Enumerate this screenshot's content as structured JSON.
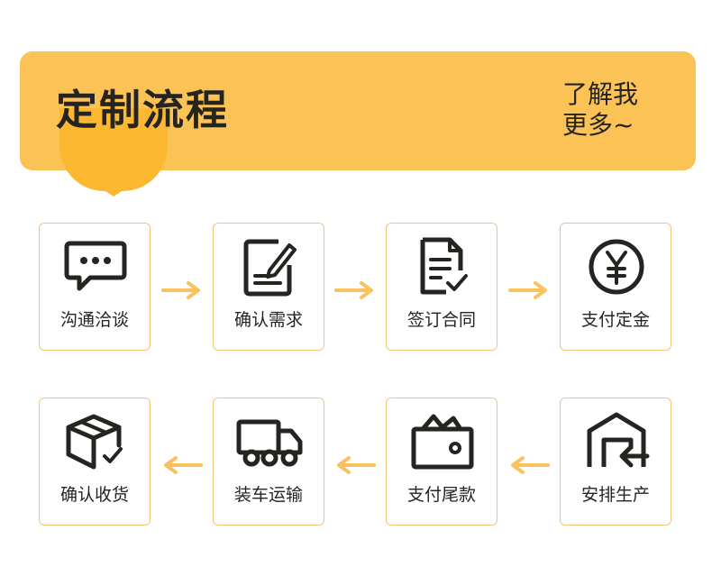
{
  "header": {
    "title": "定制流程",
    "more_line1": "了解我",
    "more_line2": "更多~"
  },
  "steps": [
    {
      "label": "沟通洽谈",
      "icon": "chat-bubble-icon"
    },
    {
      "label": "确认需求",
      "icon": "edit-document-icon"
    },
    {
      "label": "签订合同",
      "icon": "contract-check-icon"
    },
    {
      "label": "支付定金",
      "icon": "yuan-coin-icon"
    },
    {
      "label": "安排生产",
      "icon": "warehouse-icon"
    },
    {
      "label": "支付尾款",
      "icon": "wallet-icon"
    },
    {
      "label": "装车运输",
      "icon": "truck-icon"
    },
    {
      "label": "确认收货",
      "icon": "package-check-icon"
    }
  ],
  "colors": {
    "banner": "#fbc256",
    "accent": "#fbb830",
    "arrow": "#f8c35f",
    "card_border": "#f3c47a",
    "ink": "#262421"
  }
}
